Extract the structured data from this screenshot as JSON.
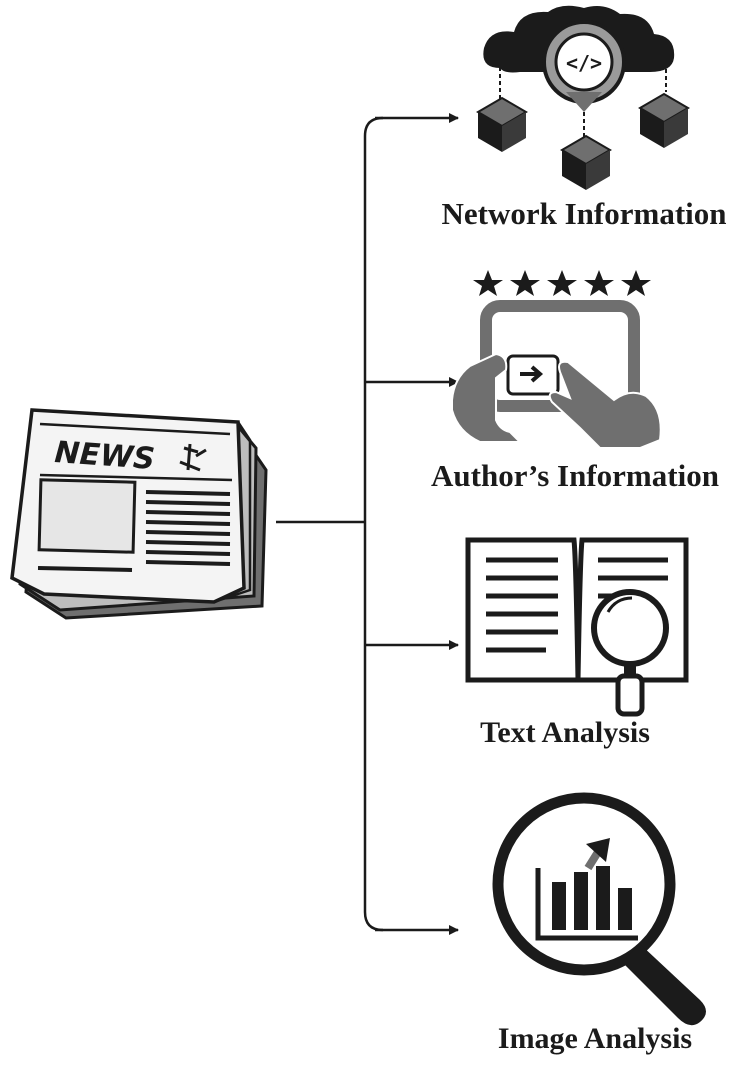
{
  "source": {
    "icon": "newspaper-icon",
    "masthead": "NEWS"
  },
  "branches": [
    {
      "label": "Network Information",
      "icon": "network-cloud-icon"
    },
    {
      "label": "Author’s Information",
      "icon": "rating-tablet-icon"
    },
    {
      "label": "Text Analysis",
      "icon": "book-magnifier-icon"
    },
    {
      "label": "Image Analysis",
      "icon": "chart-magnifier-icon"
    }
  ],
  "colors": {
    "ink": "#1b1b1b",
    "gray": "#6f6f6f",
    "light": "#9a9a9a",
    "paper": "#f4f4f4"
  }
}
